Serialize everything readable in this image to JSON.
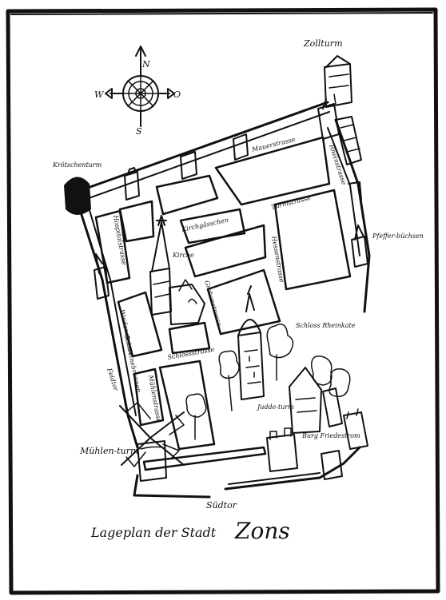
{
  "title": {
    "prefix": "Lageplan der Stadt",
    "town": "Zons"
  },
  "compass": {
    "north": "N",
    "south": "S",
    "west": "W",
    "east": "O"
  },
  "landmarks": {
    "zollturm": "Zollturm",
    "kroetschenturm": "Krötschenturm",
    "pfefferbuechsen": "Pfeffer-büchsen",
    "feldtor": "Feldtor",
    "muehlenturm": "Mühlen-turm",
    "suedtor": "Südtor",
    "schloss_rheinkaete": "Schloss Rheinkate",
    "juddeturm": "Judde-turm",
    "kirche": "Kirche",
    "burg_friedestrom": "Burg Friedestrom"
  },
  "streets": {
    "mauerstrasse": "Mauerstrasse",
    "rheinstrasse": "Rheinstrasse",
    "turmstrasse": "Turmstrasse",
    "hospitalstrasse": "Hospitalstrasse",
    "kirchgaesschen": "Kirchgässchen",
    "schlossstrasse": "Schlossstrasse",
    "grabenstrasse": "Grabenstrasse",
    "hessenstrasse": "Hessenstrasse",
    "weidenstrasse": "Weidenstrasse",
    "schweinebrunnen": "Schweinebrunnen",
    "muehlenstrasse": "Mühlenstrasse"
  }
}
